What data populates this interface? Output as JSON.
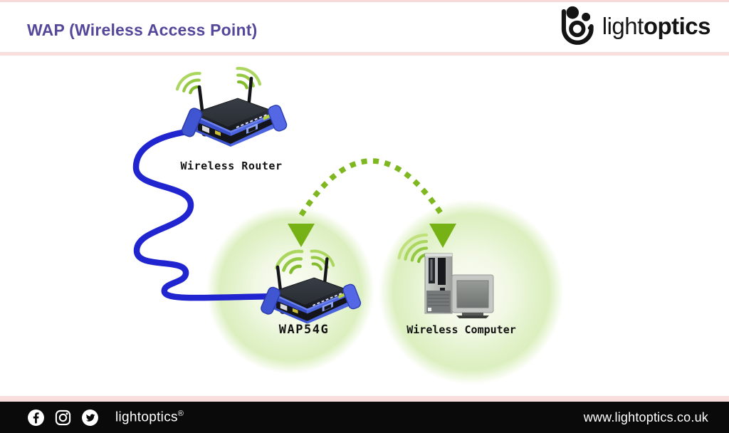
{
  "header": {
    "title": "WAP (Wireless Access Point)",
    "logo_light": "light",
    "logo_bold": "optics"
  },
  "diagram": {
    "router_label": "Wireless Router",
    "wap_label": "WAP54G",
    "computer_label": "Wireless Computer"
  },
  "footer": {
    "brand": "lightoptics",
    "registered": "®",
    "website": "www.lightoptics.co.uk"
  },
  "colors": {
    "title_purple": "#55489b",
    "pink_stripe": "#f9dede",
    "cable_blue": "#2025cf",
    "device_blue": "#4d66e0",
    "signal_arrow_green": "#7eb71f",
    "wifi_wave_green": "#9acb47",
    "coverage_circle_green": "#ddefbf",
    "footer_black": "#0a0a0a"
  }
}
